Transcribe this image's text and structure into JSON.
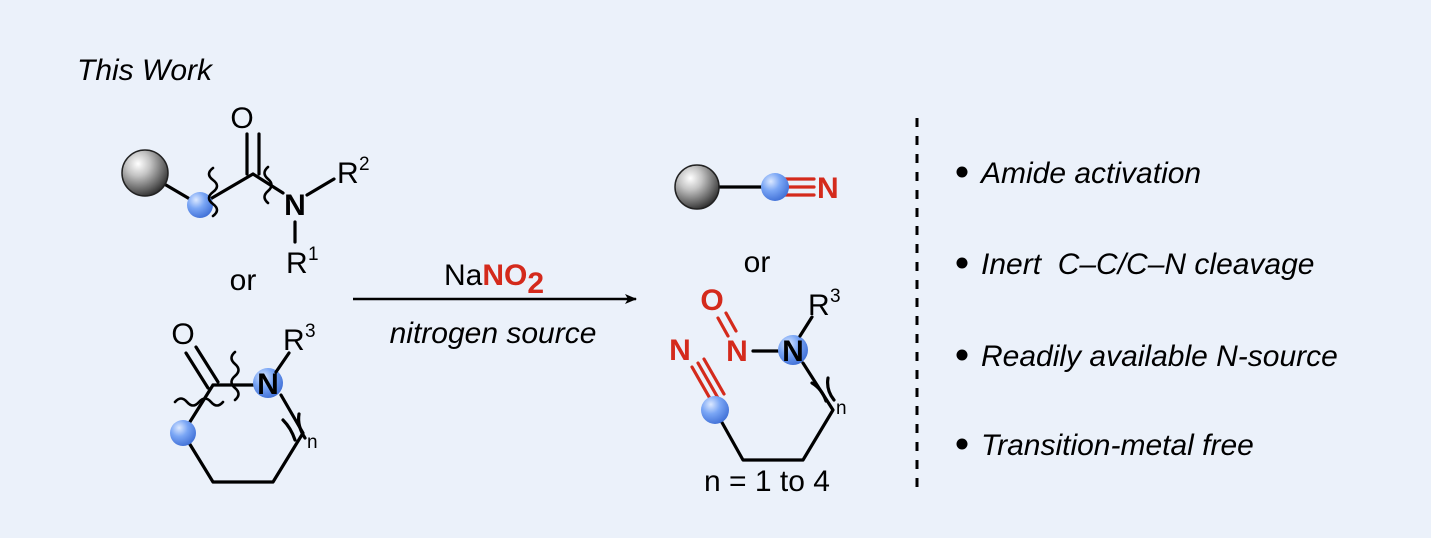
{
  "heading": "This Work",
  "reagent": {
    "prefix": "Na",
    "formula_main": "NO",
    "formula_sub": "2"
  },
  "condition": "nitrogen source",
  "or_left": "or",
  "or_right": "or",
  "n_range": "n = 1 to 4",
  "atoms": {
    "O": "O",
    "N": "N",
    "R1": "R",
    "R1_sup": "1",
    "R2": "R",
    "R2_sup": "2",
    "R3": "R",
    "R3_sup": "3",
    "n": "n"
  },
  "features": [
    "Amide activation",
    "Inert  C–C/C–N cleavage",
    "Readily available N-source",
    "Transition-metal free"
  ],
  "colors": {
    "background": "#ebf1fa",
    "red": "#d42a1c",
    "blue_atom": "#6f9bf2",
    "grey_sphere": "#8c8c8c"
  }
}
